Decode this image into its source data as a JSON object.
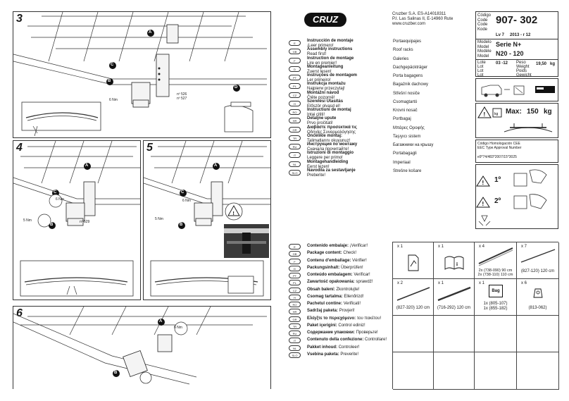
{
  "header": {
    "brand": "CRUZ",
    "company": "Cruzber S.A.  ES-A14018311",
    "address": "P.I. Las Salinas II, E-14960 Rute",
    "web": "www.cruzber.com",
    "code_labels": [
      "Código",
      "Code",
      "Code",
      "Kode"
    ],
    "code_value": "907- 302",
    "lv": "Lv 7",
    "date": "2013 - r 12",
    "model_labels": [
      "Modelo",
      "Model",
      "Modèle",
      "Model"
    ],
    "model_line1": "Serie N+",
    "model_line2": "N20 - 120",
    "lot_labels": [
      "Lote",
      "Lot",
      "Lot",
      "Lot"
    ],
    "lot_value": "03 -12",
    "weight_labels": [
      "Peso",
      "Weight",
      "Poids",
      "Gewicht"
    ],
    "weight_value": "19,50",
    "weight_unit": "kg"
  },
  "max_load": {
    "label": "Max:",
    "value": "150",
    "unit": "kg"
  },
  "homologation": {
    "line1": "Código Homologación CEE",
    "line2": "EEC Type Approval Number",
    "number": "e9*74/483*2007/15*3025"
  },
  "warnings": {
    "first": "1º",
    "second": "2º"
  },
  "steps": {
    "s3": "3",
    "s4": "4",
    "s5": "5",
    "s6": "6",
    "torque": "6 Nm",
    "torque2": "5 Nm",
    "ref_a": "A",
    "ref_b": "B",
    "ref_c": "C",
    "ref_d": "D",
    "part_526": "nº 526",
    "part_527": "nº 527",
    "part_529": "nº 529"
  },
  "languages": [
    {
      "code": "E",
      "line1": "Instrucción de montaje",
      "line2": "¡Leer primero!",
      "product": "Portaequipajes"
    },
    {
      "code": "GB",
      "line1": "Assembly instructions",
      "line2": "Read first!",
      "product": "Roof racks"
    },
    {
      "code": "F",
      "line1": "Instruction de montage",
      "line2": "Lire en premier!",
      "product": "Galeries"
    },
    {
      "code": "D",
      "line1": "Montageanleitung",
      "line2": "Zuerst lesen!",
      "product": "Dachgepäckträger"
    },
    {
      "code": "PT",
      "line1": "Instruções de montagem",
      "line2": "Ler primeiro!",
      "product": "Porta bagagens"
    },
    {
      "code": "PL",
      "line1": "Instrukcja montażu",
      "line2": "Najpierw przeczytaj!",
      "product": "Bagażnik dachowy"
    },
    {
      "code": "CZ",
      "line1": "Montážní návod",
      "line2": "Čtěte pozorně!",
      "product": "Střešní nosiče"
    },
    {
      "code": "H",
      "line1": "Szerelési Utasítás",
      "line2": "Először olvasd el!",
      "product": "Csomagtartó"
    },
    {
      "code": "RO",
      "line1": "Instructiuni de montaj",
      "line2": "Intai cititi!",
      "product": "Krovni nosač"
    },
    {
      "code": "HR",
      "line1": "Detaljne upute",
      "line2": "Prvo pročitati!",
      "product": "Portbagaj"
    },
    {
      "code": "GR",
      "line1": "Διαβάστε προσεκτικά τις",
      "line2": "Οδηγίες Συναρμολόγησης",
      "product": "Μπάρες Οροφής"
    },
    {
      "code": "TR",
      "line1": "Öncelikle montaj:",
      "line2": "Talimatlarını okuyunuz!",
      "product": "Taşıyıcı sistem"
    },
    {
      "code": "RU",
      "line1": "Инструкция по монтажу",
      "line2": "Сначала прочитайте!",
      "product": "Багажники на крышу"
    },
    {
      "code": "IT",
      "line1": "Istruzioni di montaggio",
      "line2": "Leggere per primo!",
      "product": "Portabagagli"
    },
    {
      "code": "NL",
      "line1": "Montagehandleiding",
      "line2": "Eerst lezen!",
      "product": "Imperiaal"
    },
    {
      "code": "SLO",
      "line1": "Navodila za sestavljanje",
      "line2": "Preberite!",
      "product": "Strešne košare"
    }
  ],
  "package": [
    {
      "code": "E",
      "label": "Contenido embalaje:",
      "check": "¡Verificar!"
    },
    {
      "code": "GB",
      "label": "Package content:",
      "check": "Check!"
    },
    {
      "code": "F",
      "label": "Contenu d'emballage:",
      "check": "Vérifier!"
    },
    {
      "code": "D",
      "label": "Packungsinhalt:",
      "check": "Überprüfen!"
    },
    {
      "code": "PT",
      "label": "Conteúdo embalagem:",
      "check": "Verificar!"
    },
    {
      "code": "PL",
      "label": "Zawartość opakowania:",
      "check": "sprawdź!"
    },
    {
      "code": "CZ",
      "label": "Obsah balení:",
      "check": "Zkontrolujte!"
    },
    {
      "code": "H",
      "label": "Csomag tartalma:",
      "check": "Ellenőrizd!"
    },
    {
      "code": "RO",
      "label": "Pachetul contine:",
      "check": "Verificati!"
    },
    {
      "code": "HR",
      "label": "Sadržaj paketa:",
      "check": "Provjeri!"
    },
    {
      "code": "GR",
      "label": "Ελέγξτε το περιεχόμενο:",
      "check": "του πακέτου!"
    },
    {
      "code": "TR",
      "label": "Paket içerigini:",
      "check": "Control ediniz!"
    },
    {
      "code": "RU",
      "label": "Содержание упаковки:",
      "check": "Проверьте!"
    },
    {
      "code": "IT",
      "label": "Contenuto della confezione:",
      "check": "Controllare!"
    },
    {
      "code": "NL",
      "label": "Pakket inhoud:",
      "check": "Controleer!"
    },
    {
      "code": "SLO",
      "label": "Vsebina paketa:",
      "check": "Preverite!"
    }
  ],
  "parts": [
    {
      "qty": "x 1",
      "text": "",
      "text2": ""
    },
    {
      "qty": "x 1",
      "text": "",
      "text2": ""
    },
    {
      "qty": "x 4",
      "text": "2x (738-090) 90 cm",
      "text2": "2x (738-110) 110 cm"
    },
    {
      "qty": "x 7",
      "text": "(827-120) 120 cm",
      "text2": ""
    },
    {
      "qty": "x 2",
      "text": "(827-320) 120 cm",
      "text2": ""
    },
    {
      "qty": "x 1",
      "text": "(716-292) 120 cm",
      "text2": ""
    },
    {
      "qty": "x 1",
      "text": "1x (805-107)",
      "text2": "1x (855-182)"
    },
    {
      "qty": "x 6",
      "text": "(813-062)",
      "text2": ""
    }
  ],
  "bag_label": "Bag"
}
